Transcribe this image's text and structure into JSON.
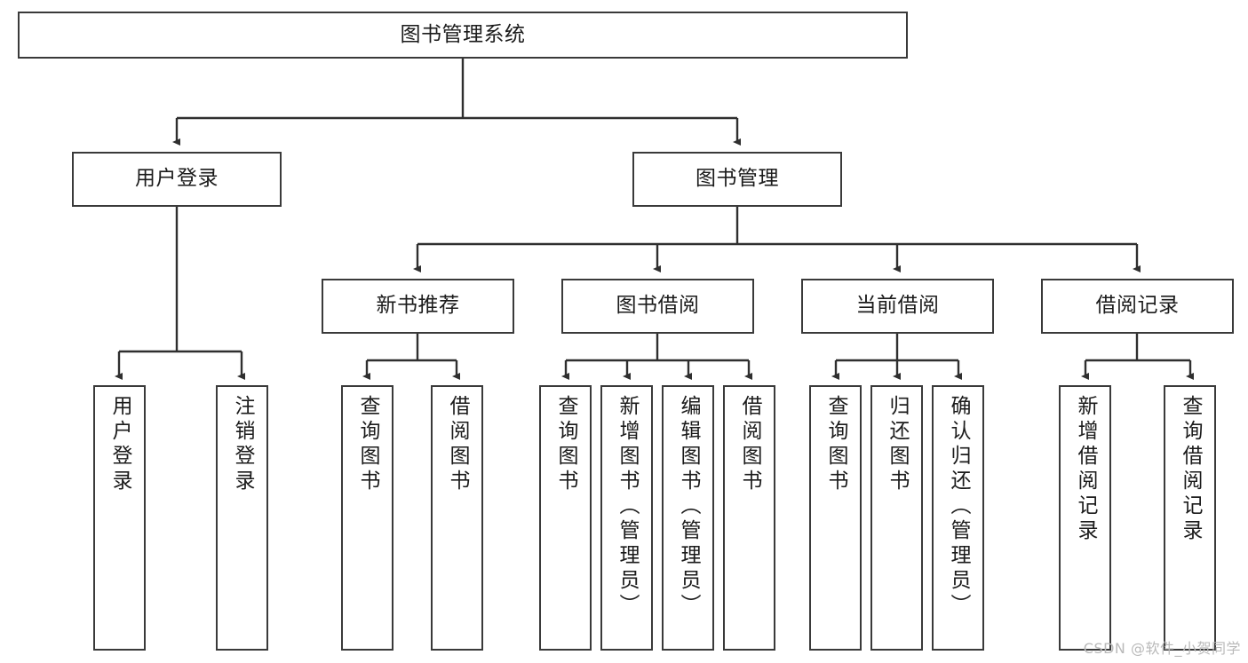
{
  "diagram": {
    "title": "图书管理系统",
    "type": "tree",
    "watermark": "CSDN @软件_小贺同学",
    "colors": {
      "box_border": "#3a3a3a",
      "box_fill": "#ffffff",
      "connector": "#2f2f2f",
      "text": "#1b1b1b",
      "watermark": "#b9b9b9",
      "background": "#ffffff"
    },
    "root": {
      "label": "图书管理系统"
    },
    "level2": [
      {
        "label": "用户登录"
      },
      {
        "label": "图书管理"
      }
    ],
    "level3": [
      {
        "label": "新书推荐"
      },
      {
        "label": "图书借阅"
      },
      {
        "label": "当前借阅"
      },
      {
        "label": "借阅记录"
      }
    ],
    "leaves": {
      "user_login": [
        {
          "label": "用户登录"
        },
        {
          "label": "注销登录"
        }
      ],
      "new_book_recommend": [
        {
          "label": "查询图书"
        },
        {
          "label": "借阅图书"
        }
      ],
      "book_borrow": [
        {
          "label": "查询图书"
        },
        {
          "label": "新增图书（管理员）"
        },
        {
          "label": "编辑图书（管理员）"
        },
        {
          "label": "借阅图书"
        }
      ],
      "current_borrow": [
        {
          "label": "查询图书"
        },
        {
          "label": "归还图书"
        },
        {
          "label": "确认归还（管理员）"
        }
      ],
      "borrow_record": [
        {
          "label": "新增借阅记录"
        },
        {
          "label": "查询借阅记录"
        }
      ]
    }
  }
}
